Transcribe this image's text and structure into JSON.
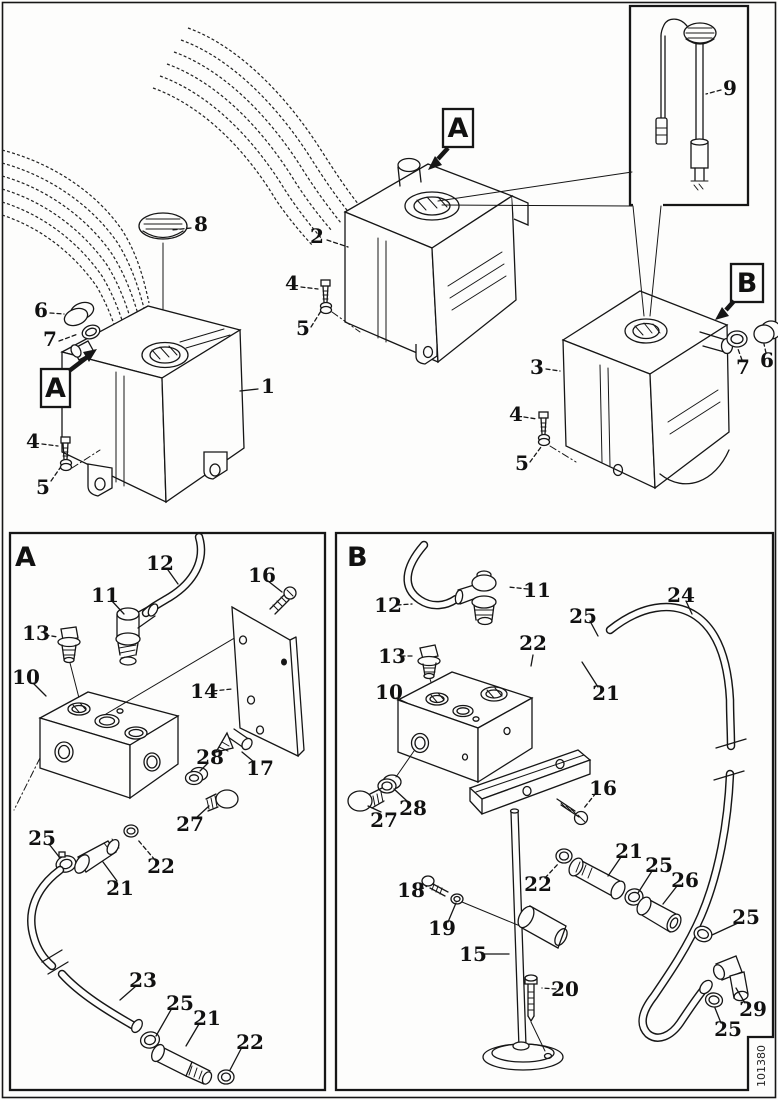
{
  "figure": {
    "code": "101380"
  },
  "markers": {
    "a": "A",
    "b": "B"
  },
  "top_view": {
    "callouts": [
      {
        "text": "8"
      },
      {
        "text": "2"
      },
      {
        "text": "4"
      },
      {
        "text": "5"
      },
      {
        "text": "6"
      },
      {
        "text": "7"
      },
      {
        "text": "1"
      },
      {
        "text": "4"
      },
      {
        "text": "5"
      },
      {
        "text": "3"
      },
      {
        "text": "4"
      },
      {
        "text": "5"
      },
      {
        "text": "7"
      },
      {
        "text": "6"
      },
      {
        "text": "9"
      }
    ]
  },
  "panel_a": {
    "label": "A",
    "callouts": [
      {
        "text": "12"
      },
      {
        "text": "16"
      },
      {
        "text": "11"
      },
      {
        "text": "13"
      },
      {
        "text": "10"
      },
      {
        "text": "14"
      },
      {
        "text": "28"
      },
      {
        "text": "17"
      },
      {
        "text": "27"
      },
      {
        "text": "25"
      },
      {
        "text": "22"
      },
      {
        "text": "21"
      },
      {
        "text": "23"
      },
      {
        "text": "25"
      },
      {
        "text": "21"
      },
      {
        "text": "22"
      }
    ]
  },
  "panel_b": {
    "label": "B",
    "callouts": [
      {
        "text": "12"
      },
      {
        "text": "11"
      },
      {
        "text": "13"
      },
      {
        "text": "22"
      },
      {
        "text": "10"
      },
      {
        "text": "25"
      },
      {
        "text": "24"
      },
      {
        "text": "21"
      },
      {
        "text": "16"
      },
      {
        "text": "27"
      },
      {
        "text": "28"
      },
      {
        "text": "18"
      },
      {
        "text": "19"
      },
      {
        "text": "22"
      },
      {
        "text": "21"
      },
      {
        "text": "25"
      },
      {
        "text": "26"
      },
      {
        "text": "15"
      },
      {
        "text": "20"
      },
      {
        "text": "25"
      },
      {
        "text": "29"
      },
      {
        "text": "25"
      }
    ]
  }
}
